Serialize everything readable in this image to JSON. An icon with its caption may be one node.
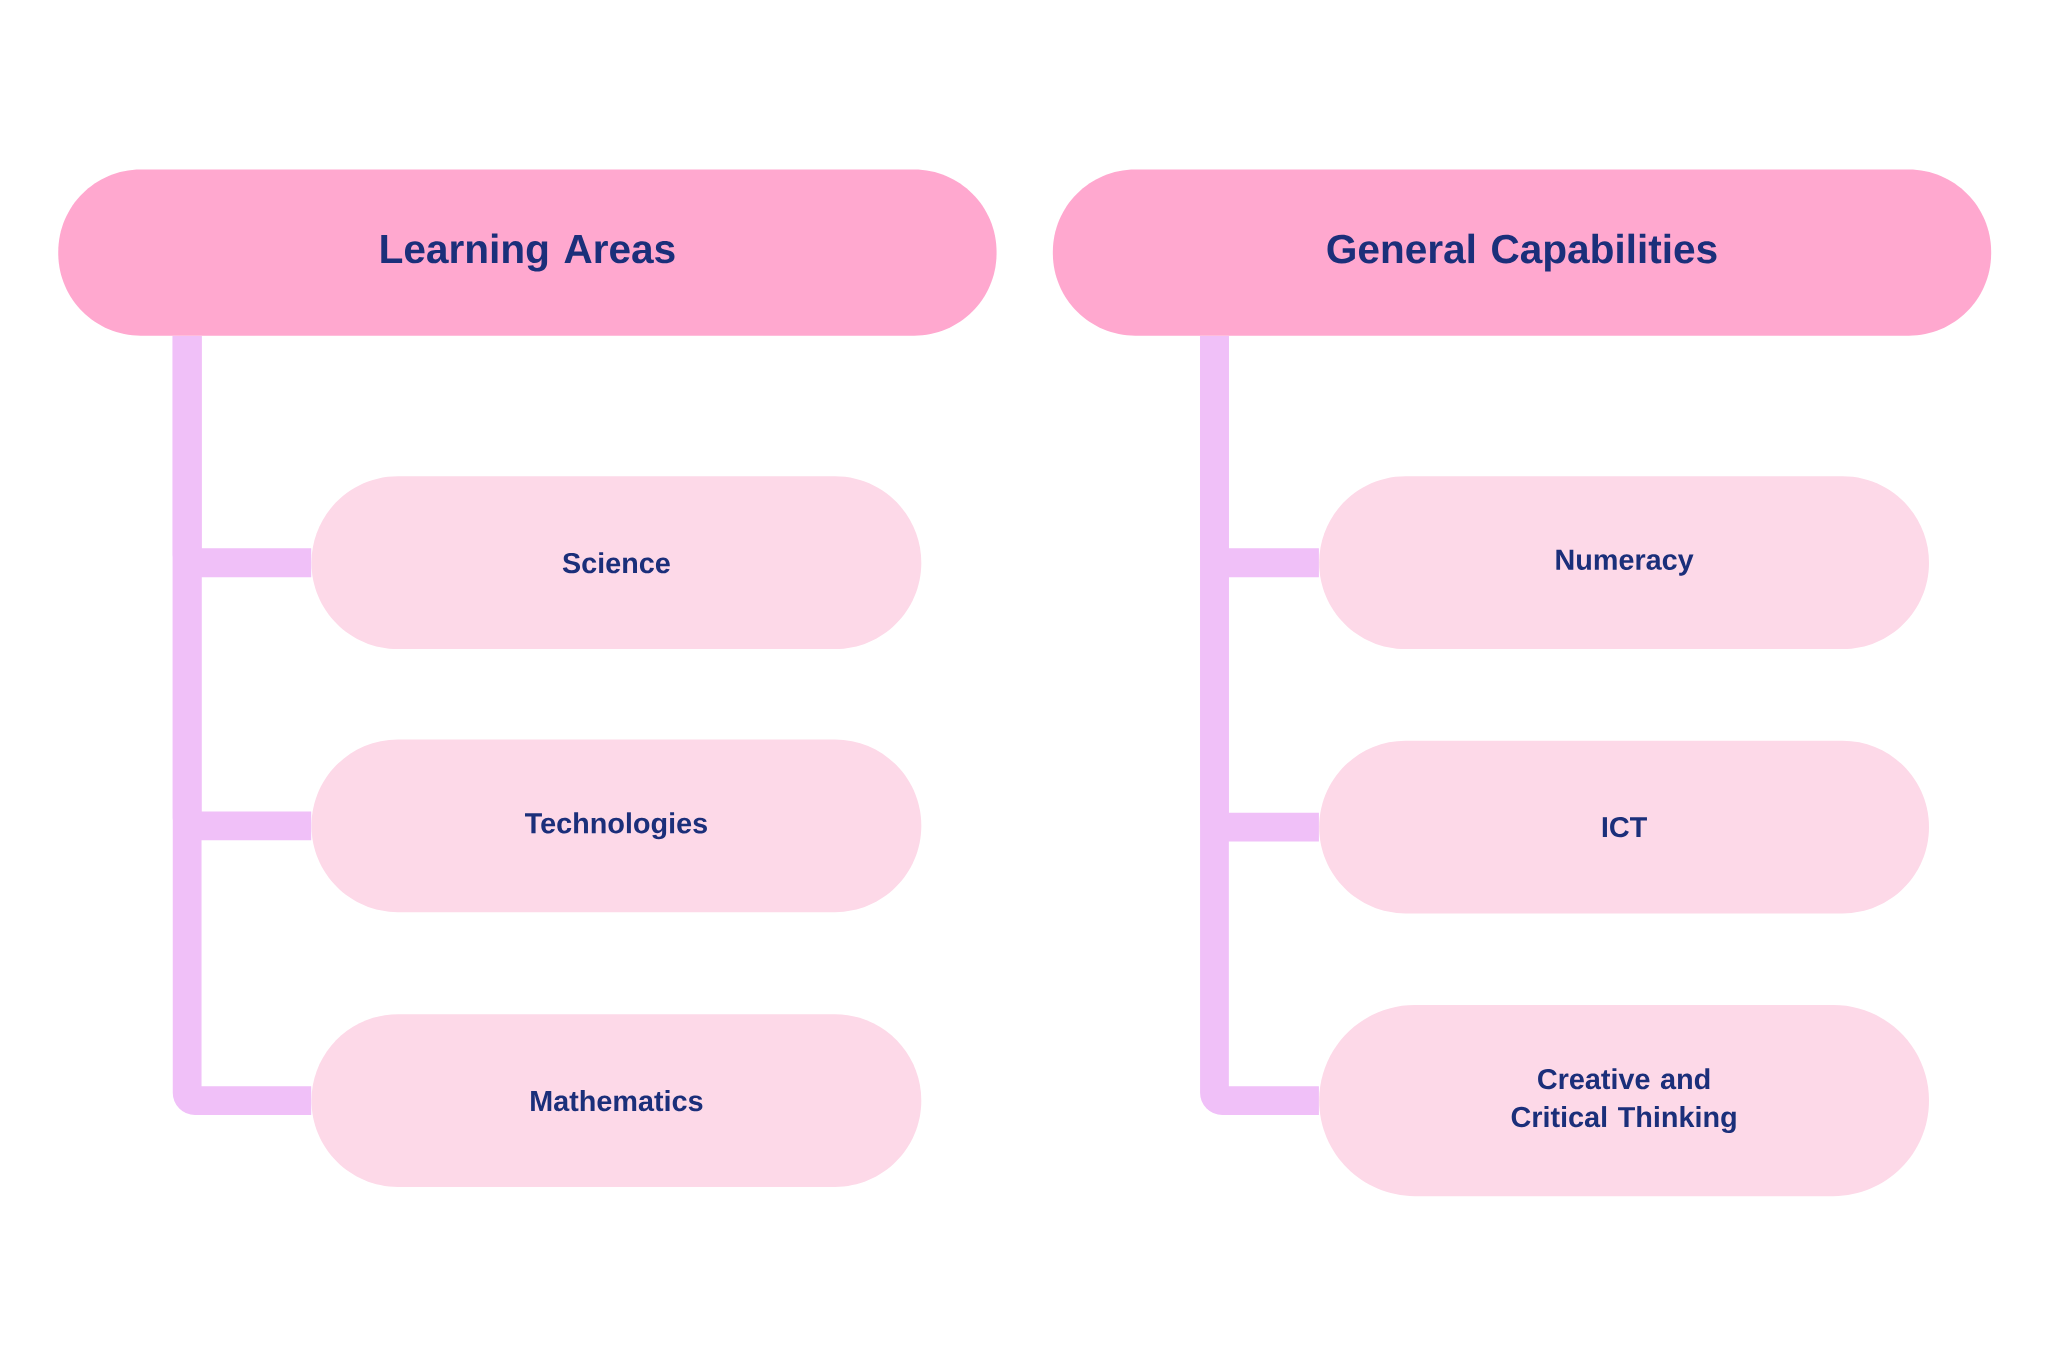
{
  "diagram": {
    "nodes": [
      {
        "text": [
          "Learning Areas"
        ]
      },
      {
        "text": [
          "Science"
        ]
      },
      {
        "text": [
          "Technologies"
        ]
      },
      {
        "text": [
          "Mathematics"
        ]
      },
      {
        "text": [
          "General Capabilities"
        ]
      },
      {
        "text": [
          "Numeracy"
        ]
      },
      {
        "text": [
          "ICT"
        ]
      },
      {
        "text": [
          "Creative and Critical Thinking"
        ]
      }
    ],
    "edges": [
      {
        "from": 0,
        "to": 1,
        "arrow": "none"
      },
      {
        "from": 0,
        "to": 2,
        "arrow": "none"
      },
      {
        "from": 0,
        "to": 3,
        "arrow": "none"
      },
      {
        "from": 4,
        "to": 5,
        "arrow": "none"
      },
      {
        "from": 4,
        "to": 6,
        "arrow": "none"
      },
      {
        "from": 4,
        "to": 7,
        "arrow": "none"
      }
    ]
  }
}
